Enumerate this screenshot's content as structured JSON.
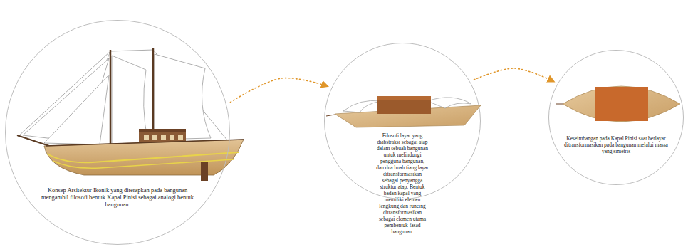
{
  "diagram": {
    "nodes": [
      {
        "text": [
          "Konsep Arsitektur Ikonik yang diterapkan pada bangunan mengambil filosofi bentuk Kapal Pinisi sebagai analogi bentuk bangunan."
        ]
      },
      {
        "text": [
          "Filosofi layar yang diabstraksi sebagai atap dalam sebuah bangunan untuk melindungi pengguna bangunan, dan dua buah tiang layar ditransformasikan sebagai penyangga struktur atap. Bentuk badan kapal yang memiliki elemen lengkung dan runcing ditransformasikan sebagai elemen utama pembentuk fasad bangunan."
        ]
      },
      {
        "text": [
          "Keseimbangan pada Kapal Pinisi saat berlayar ditransformasikan pada bangunan melalui massa yang simetris"
        ]
      }
    ],
    "edges": [
      {
        "from": 0,
        "to": 1,
        "arrow": "to"
      },
      {
        "from": 1,
        "to": 2,
        "arrow": "to"
      }
    ]
  }
}
